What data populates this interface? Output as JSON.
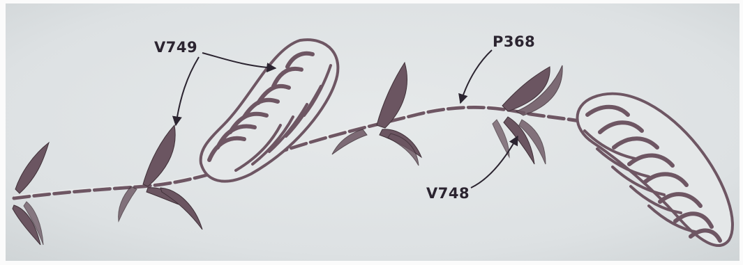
{
  "callouts": {
    "v749": "V749",
    "p368": "P368",
    "v748": "V748"
  },
  "colors": {
    "surface": "#dfe3e5",
    "carving": "#6e5663",
    "shadow": "#3f3038",
    "highlight": "#f3f4f3",
    "ink": "#2b2430"
  }
}
